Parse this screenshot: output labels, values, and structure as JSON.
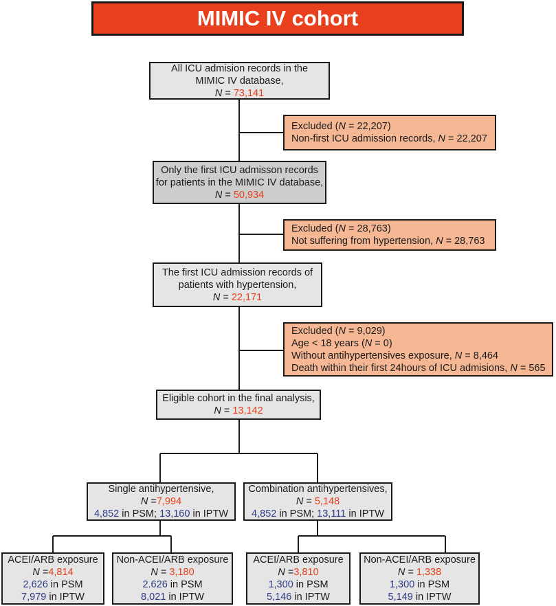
{
  "title": "MIMIC IV cohort",
  "boxes": {
    "all_icu": {
      "line1": "All ICU admision records in the",
      "line2": "MIMIC IV database,",
      "n_label": "N",
      "n_value": "73,141"
    },
    "excluded1": {
      "line1_prefix": "Excluded (",
      "line1_value": " = 22,207)",
      "line2_prefix": "Non-first ICU admission records, ",
      "line2_value": " = 22,207"
    },
    "first_icu": {
      "line1": "Only the first ICU admisson records",
      "line2": "for patients in the MIMIC IV database,",
      "n_value": "50,934"
    },
    "excluded2": {
      "line1_value": " = 28,763)",
      "line2_prefix": "Not suffering from hypertension, ",
      "line2_value": " = 28,763"
    },
    "hypertension": {
      "line1": "The first ICU admission records of",
      "line2": "patients with hypertension,",
      "n_value": "22,171"
    },
    "excluded3": {
      "line1_value": " = 9,029)",
      "line2_prefix": "Age < 18 years (",
      "line2_value": " = 0)",
      "line3_prefix": "Without antihypertensives exposure, ",
      "line3_value": " = 8,464",
      "line4_prefix": "Death within their first 24hours of ICU admisions, ",
      "line4_value": " = 565"
    },
    "eligible": {
      "line1": "Eligible cohort in the final analysis,",
      "n_value": "13,142"
    },
    "single": {
      "line1": "Single antihypertensive,",
      "n_value": "7,994",
      "psm_value": "4,852",
      "psm_label": " in PSM; ",
      "iptw_value": "13,160",
      "iptw_label": " in IPTW"
    },
    "combination": {
      "line1": "Combination antihypertensives,",
      "n_value": "5,148",
      "psm_value": "4,852",
      "psm_label": " in PSM; ",
      "iptw_value": "13,111",
      "iptw_label": " in IPTW"
    },
    "single_acei": {
      "line1": "ACEI/ARB exposure",
      "n_value": "4,814",
      "psm_value": "2,626",
      "iptw_value": "7,979"
    },
    "single_non_acei": {
      "line1": "Non-ACEI/ARB exposure",
      "n_value": "3,180",
      "psm_value": "2.626",
      "iptw_value": "8,021"
    },
    "combo_acei": {
      "line1": "ACEI/ARB exposure",
      "n_value": "3,810",
      "psm_value": "1,300",
      "iptw_value": "5,146"
    },
    "combo_non_acei": {
      "line1": "Non-ACEI/ARB exposure",
      "n_value": "1,338",
      "psm_value": "1,300",
      "iptw_value": "5,149"
    }
  },
  "labels": {
    "n": "N",
    "eq": " = ",
    "eq_tight": " =",
    "in_psm": " in PSM",
    "in_iptw": " in IPTW",
    "excluded_prefix": "Excluded ("
  }
}
